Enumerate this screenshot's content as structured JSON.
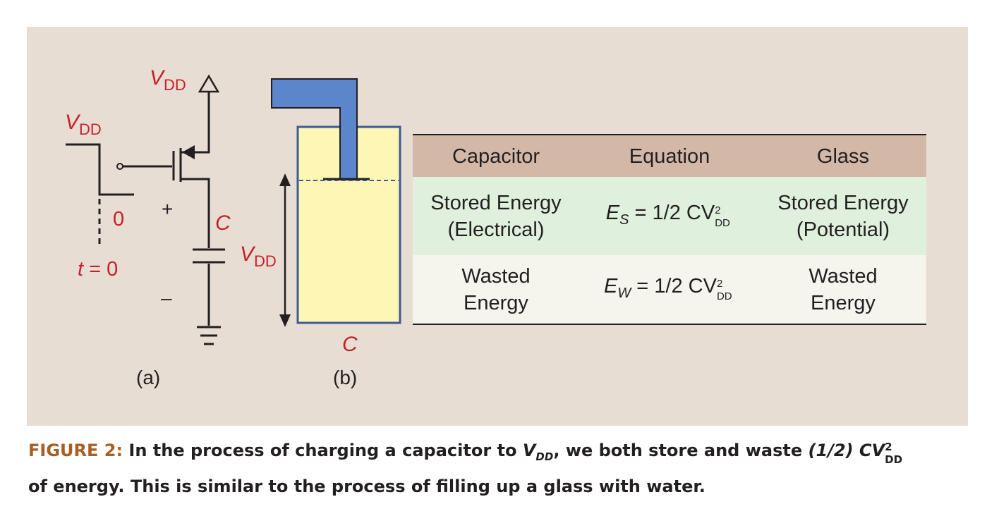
{
  "circuit": {
    "vdd_label": "V",
    "vdd_sub": "DD",
    "input_high": "V",
    "input_high_sub": "DD",
    "input_low": "0",
    "time_label": "t",
    "time_value": " = 0",
    "plus": "+",
    "minus": "–",
    "cap_label": "C",
    "panel_label": "(a)"
  },
  "glass": {
    "level_label": "V",
    "level_sub": "DD",
    "cap_label": "C",
    "panel_label": "(b)"
  },
  "table": {
    "headers": [
      "Capacitor",
      "Equation",
      "Glass"
    ],
    "rows": [
      {
        "capacitor": [
          "Stored Energy",
          "(Electrical)"
        ],
        "eq_var": "E",
        "eq_sub": "S",
        "eq_text": " = 1/2 CV",
        "eq_sup": "2",
        "eq_sub2": "DD",
        "glass": [
          "Stored Energy",
          "(Potential)"
        ]
      },
      {
        "capacitor": [
          "Wasted",
          "Energy"
        ],
        "eq_var": "E",
        "eq_sub": "W",
        "eq_text": " = 1/2 CV",
        "eq_sup": "2",
        "eq_sub2": "DD",
        "glass": [
          "Wasted",
          "Energy"
        ]
      }
    ]
  },
  "caption": {
    "label": "FIGURE 2:",
    "text1": " In the process of charging a capacitor to ",
    "vdd": "V",
    "vdd_sub": "DD",
    "text2": ", we both store and waste ",
    "formula": "(1/2) CV",
    "formula_sup": "2",
    "formula_sub": "DD",
    "text3": "of energy. This is similar to the process of filling up a glass with water."
  },
  "colors": {
    "background": "#e8ddd3",
    "label_red": "#c8202a",
    "faucet_blue": "#5b86cc",
    "glass_fill": "#fdf6b4",
    "glass_outline": "#3d5a99",
    "header_row": "#d3b8a8",
    "stored_row": "#dff0dd",
    "wasted_row": "#f5f5ee",
    "caption_label": "#a85f24"
  }
}
